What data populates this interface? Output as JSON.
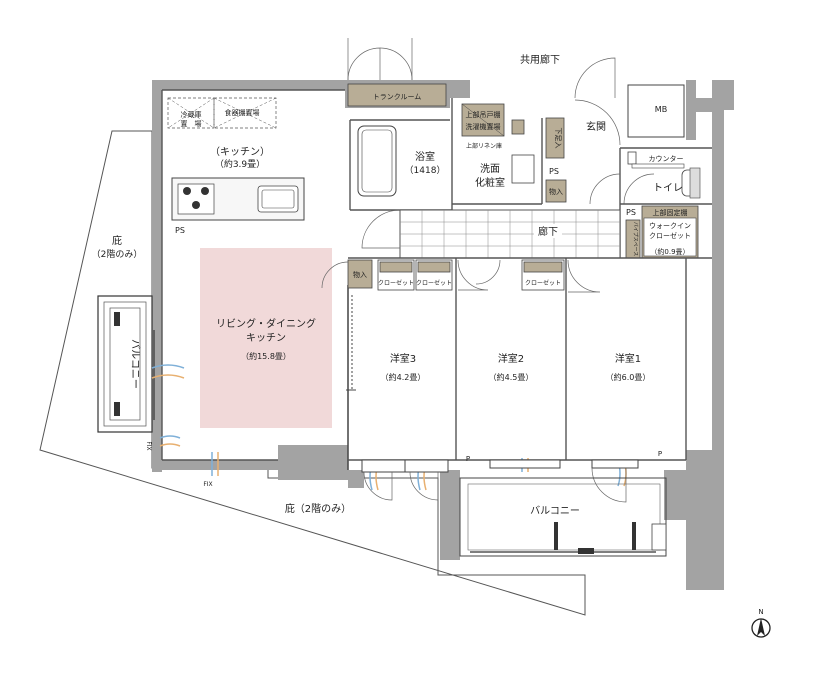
{
  "labels": {
    "common_corridor": "共用廊下",
    "trunk_room": "トランクルーム",
    "mb": "MB",
    "fridge_1": "冷蔵庫",
    "fridge_2": "置　場",
    "cupboard": "食器棚置場",
    "kitchen": "（キッチン）",
    "kitchen_size": "（約3.9畳）",
    "ps_kitchen": "PS",
    "ldk_1": "リビング・ダイニング",
    "ldk_2": "キッチン",
    "ldk_size": "（約15.8畳）",
    "eaves_left_1": "庇",
    "eaves_left_2": "（2階のみ）",
    "eaves_bottom": "庇（2階のみ）",
    "balcony_left": "バルコニー",
    "balcony_bottom": "バルコニー",
    "fix_left": "FIX",
    "fix_bottom": "FIX",
    "bath": "浴室",
    "bath_size": "（1418）",
    "washer_1": "上部吊戸棚",
    "washer_2": "洗濯機置場",
    "upper_linen": "上部リネン庫",
    "washroom_1": "洗面",
    "washroom_2": "化粧室",
    "shoe_1": "下足入",
    "entrance": "玄関",
    "ps_center": "PS",
    "storage_small": "物入",
    "counter": "カウンター",
    "toilet": "トイレ",
    "ps_right": "PS",
    "upper_shelf": "上部固定棚",
    "wic_1": "ウォークイン",
    "wic_2": "クローゼット",
    "wic_size": "（約0.9畳）",
    "pipe_space": "パイプスペース",
    "hallway": "廊下",
    "storage_left": "物入",
    "closet": "クローゼット",
    "room3": "洋室3",
    "room3_size": "（約4.2畳）",
    "room2": "洋室2",
    "room2_size": "（約4.5畳）",
    "room1": "洋室1",
    "room1_size": "（約6.0畳）",
    "p_left": "P",
    "p_right": "P",
    "north": "N"
  },
  "colors": {
    "wall": "#a3a3a3",
    "ldk_highlight": "#f1d9d9",
    "storage_fill": "#b8ad96",
    "air_blue": "#7fb0d8",
    "air_orange": "#e8b070"
  }
}
